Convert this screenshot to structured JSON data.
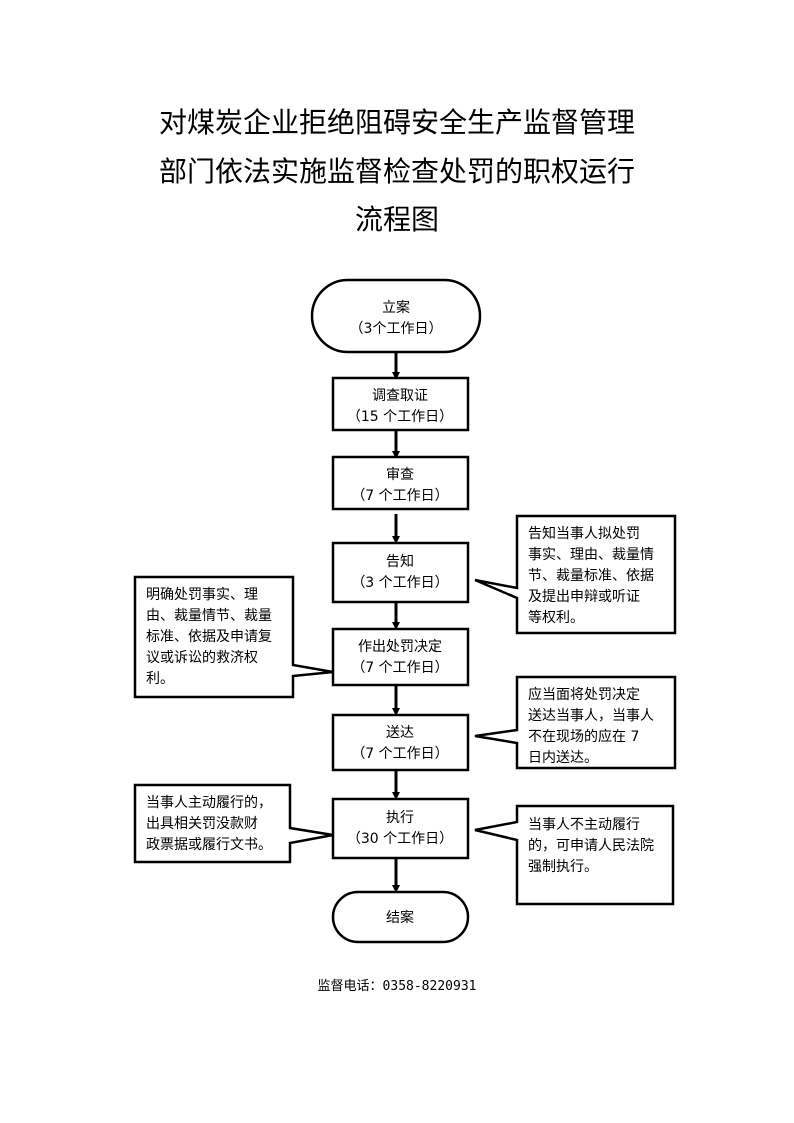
{
  "title": {
    "line1": "对煤炭企业拒绝阻碍安全生产监督管理",
    "line2": "部门依法实施监督检查处罚的职权运行",
    "line3": "流程图"
  },
  "steps": [
    {
      "name": "立案",
      "days": "（3个工作日）"
    },
    {
      "name": "调查取证",
      "days": "（15 个工作日）"
    },
    {
      "name": "审查",
      "days": "（7 个工作日）"
    },
    {
      "name": "告知",
      "days": "（3 个工作日）"
    },
    {
      "name": "作出处罚决定",
      "days": "（7 个工作日）"
    },
    {
      "name": "送达",
      "days": "（7 个工作日）"
    },
    {
      "name": "执行",
      "days": "（30 个工作日）"
    },
    {
      "name": "结案",
      "days": ""
    }
  ],
  "notes": {
    "notify": [
      "告知当事人拟处罚",
      "事实、理由、裁量情",
      "节、裁量标准、依据",
      "及提出申辩或听证",
      "等权利。"
    ],
    "decision": [
      "明确处罚事实、理",
      "由、裁量情节、裁量",
      "标准、依据及申请复",
      "议或诉讼的救济权",
      "利。"
    ],
    "deliver": [
      "应当面将处罚决定",
      "送达当事人，当事人",
      "不在现场的应在 7",
      "日内送达。"
    ],
    "execute_left": [
      "当事人主动履行的，",
      "出具相关罚没款财",
      "政票据或履行文书。"
    ],
    "execute_right": [
      "当事人不主动履行",
      "的，可申请人民法院",
      "强制执行。"
    ]
  },
  "phone": {
    "label": "监督电话：",
    "number": "0358-8220931"
  }
}
